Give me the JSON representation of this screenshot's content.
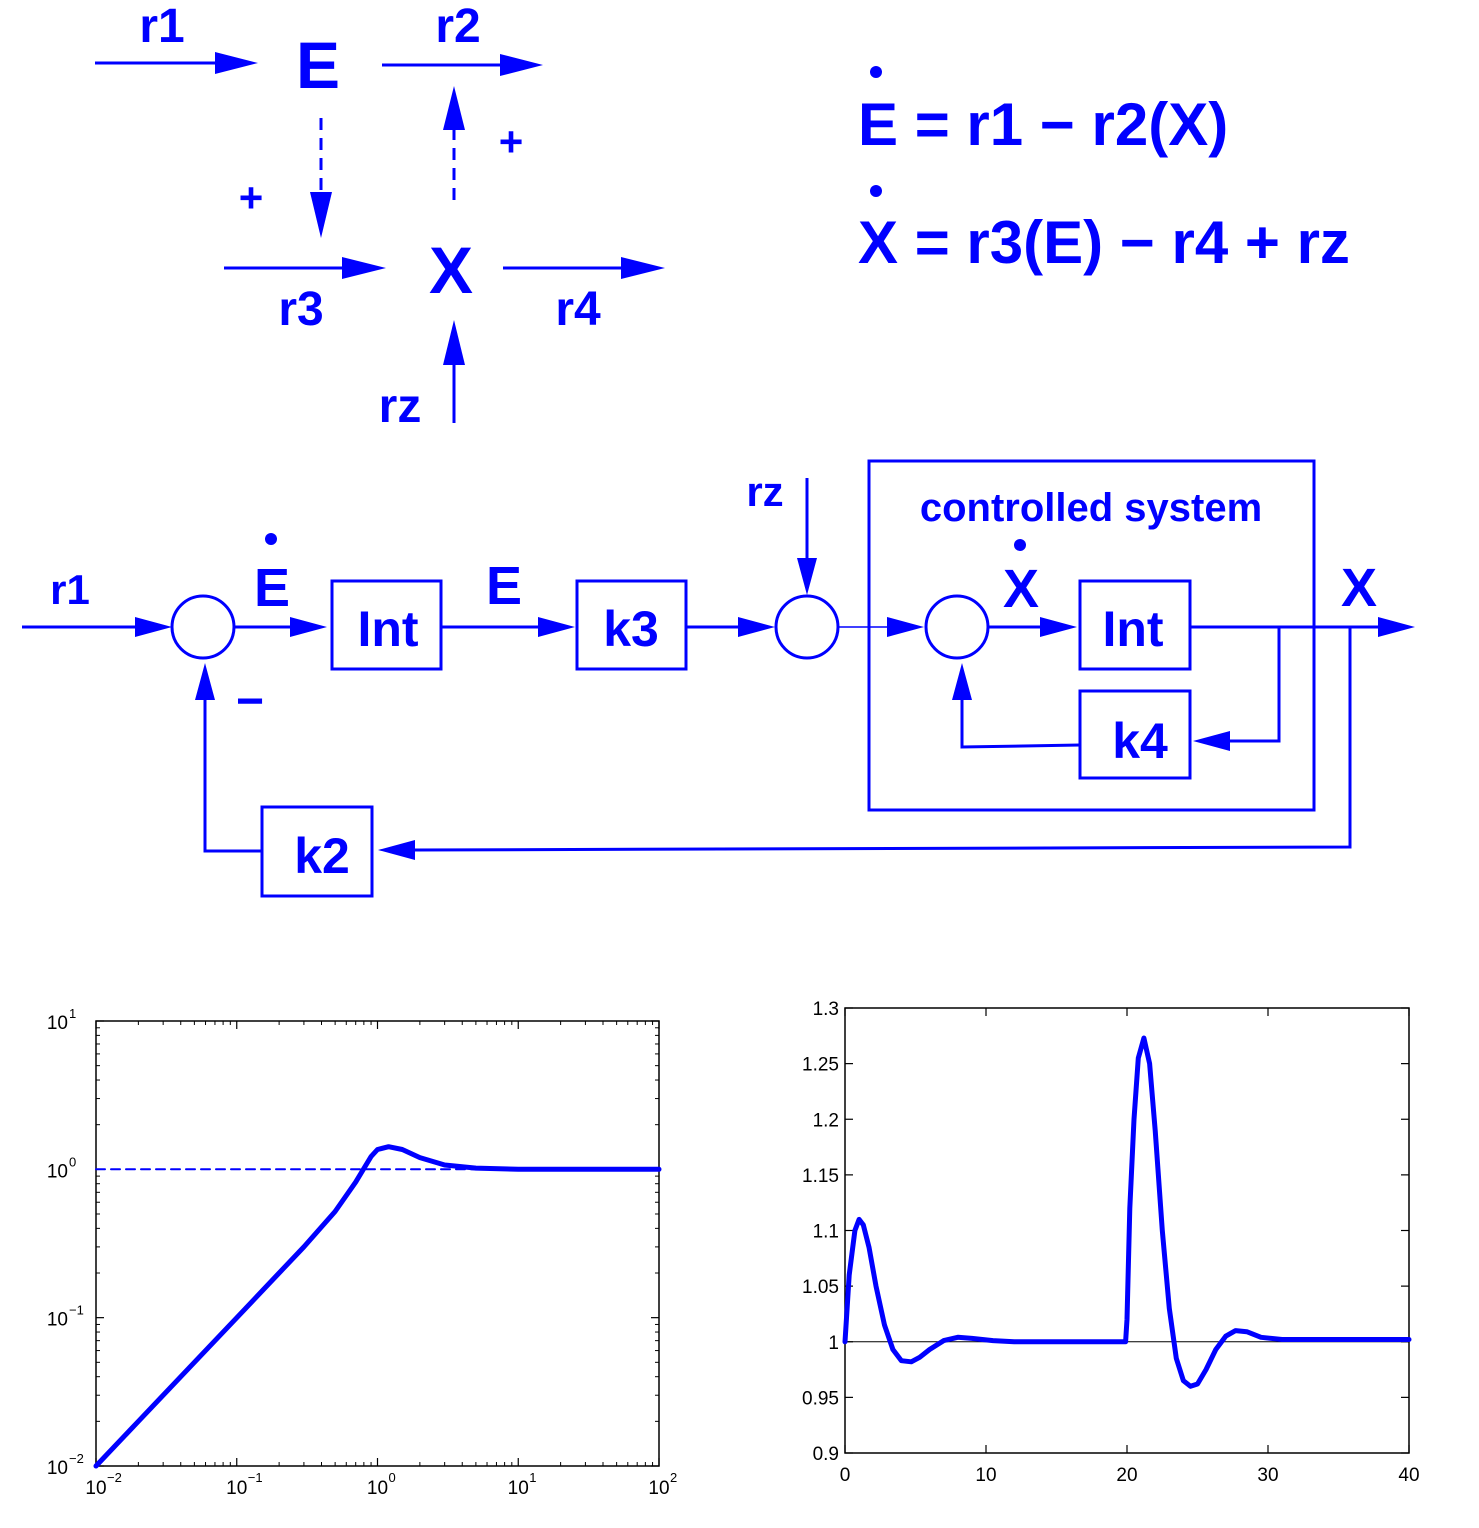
{
  "top_diagram": {
    "flux_in_E": "r1",
    "flux_out_E": "r2",
    "flux_in_X": "r3",
    "flux_out_X": "r4",
    "flux_rz": "rz",
    "node_E": "E",
    "node_X": "X",
    "plus_left": "+",
    "plus_right": "+"
  },
  "equations": {
    "eq1": "E = r1 − r2(X)",
    "eq2": "X = r3(E) − r4 + rz"
  },
  "block_diagram": {
    "input_label": "r1",
    "edot_label": "E",
    "e_label": "E",
    "rz_label": "rz",
    "xdot_label": "X",
    "x_label": "X",
    "minus_sign": "−",
    "box_int1": "Int",
    "box_k3": "k3",
    "box_int2": "Int",
    "box_k4": "k4",
    "box_k2": "k2",
    "system_title": "controlled system"
  },
  "chart_data": [
    {
      "type": "line",
      "xscale": "log",
      "yscale": "log",
      "xlim": [
        0.01,
        100
      ],
      "ylim": [
        0.01,
        10
      ],
      "x_ticks": [
        "10",
        "10",
        "10",
        "10",
        "10"
      ],
      "x_tick_exponents": [
        "−2",
        "−1",
        "0",
        "1",
        "2"
      ],
      "y_ticks": [
        "10",
        "10",
        "10",
        "10"
      ],
      "y_tick_exponents": [
        "−2",
        "−1",
        "0",
        "1"
      ],
      "series": [
        {
          "style": "solid",
          "x": [
            0.01,
            0.02,
            0.05,
            0.1,
            0.2,
            0.3,
            0.5,
            0.7,
            0.9,
            1.0,
            1.2,
            1.5,
            2.0,
            3.0,
            5.0,
            10,
            20,
            50,
            100
          ],
          "y": [
            0.01,
            0.02,
            0.05,
            0.1,
            0.2,
            0.3,
            0.52,
            0.82,
            1.22,
            1.36,
            1.42,
            1.36,
            1.2,
            1.07,
            1.02,
            1.0,
            1.0,
            1.0,
            1.0
          ]
        },
        {
          "style": "dashed",
          "x": [
            0.01,
            100
          ],
          "y": [
            1.0,
            1.0
          ]
        }
      ],
      "grid": false
    },
    {
      "type": "line",
      "xlim": [
        0,
        40
      ],
      "ylim": [
        0.9,
        1.3
      ],
      "x_ticks": [
        "0",
        "10",
        "20",
        "30",
        "40"
      ],
      "y_ticks": [
        "0.9",
        "0.95",
        "1",
        "1.05",
        "1.1",
        "1.15",
        "1.2",
        "1.25",
        "1.3"
      ],
      "series": [
        {
          "style": "thick",
          "x": [
            0,
            0.3,
            0.7,
            1.0,
            1.3,
            1.7,
            2.2,
            2.8,
            3.4,
            4.0,
            4.7,
            5.3,
            6.0,
            7.0,
            8.0,
            9.0,
            10.5,
            12,
            14,
            16,
            18,
            19.9,
            20.0,
            20.2,
            20.5,
            20.8,
            21.2,
            21.6,
            22.0,
            22.5,
            23.0,
            23.5,
            24.0,
            24.5,
            25.0,
            25.6,
            26.3,
            27.0,
            27.7,
            28.5,
            29.5,
            31,
            33,
            36,
            40
          ],
          "y": [
            1.0,
            1.06,
            1.1,
            1.11,
            1.105,
            1.085,
            1.05,
            1.015,
            0.993,
            0.983,
            0.982,
            0.986,
            0.993,
            1.001,
            1.004,
            1.003,
            1.001,
            1.0,
            1.0,
            1.0,
            1.0,
            1.0,
            1.02,
            1.12,
            1.2,
            1.255,
            1.273,
            1.25,
            1.19,
            1.1,
            1.03,
            0.985,
            0.965,
            0.96,
            0.962,
            0.975,
            0.993,
            1.005,
            1.01,
            1.009,
            1.004,
            1.002,
            1.002,
            1.002,
            1.002
          ]
        },
        {
          "style": "thin",
          "x": [
            0,
            40
          ],
          "y": [
            1.0,
            1.0
          ]
        }
      ],
      "grid": false
    }
  ]
}
